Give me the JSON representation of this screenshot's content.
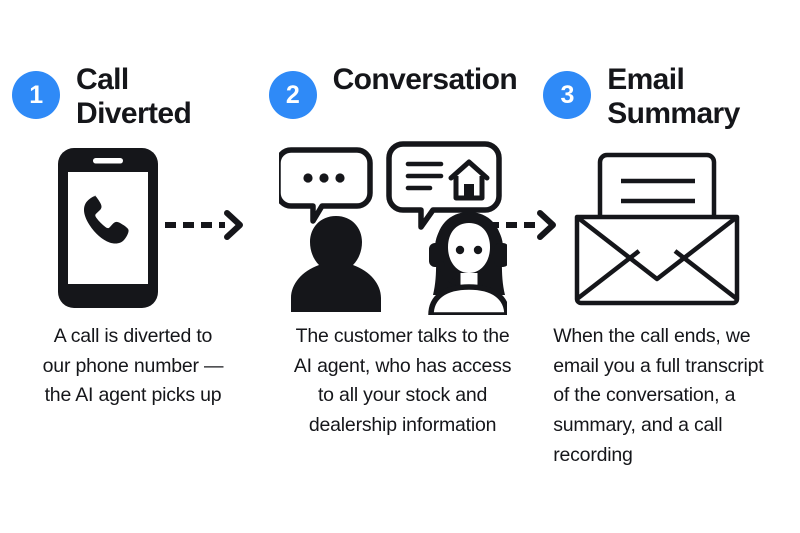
{
  "meta": {
    "accent_color": "#2F8AF7",
    "ink_color": "#15161A",
    "background_color": "#FFFFFF"
  },
  "steps": [
    {
      "number": "1",
      "title": "Call\nDiverted",
      "caption": "A call is diverted to\nour phone number —\nthe AI agent picks up",
      "icon": "smartphone-call-icon"
    },
    {
      "number": "2",
      "title": "Conversation",
      "caption": "The customer talks to the\nAI agent, who has access\nto all your stock and\ndealership information",
      "icon": "customer-and-agent-icon"
    },
    {
      "number": "3",
      "title": "Email\nSummary",
      "caption": "When the call ends, we\nemail you a full transcript\nof the conversation, a\nsummary, and a call\nrecording",
      "icon": "open-envelope-letter-icon"
    }
  ],
  "connectors": [
    {
      "name": "dashed-arrow-1",
      "dashes": 4
    },
    {
      "name": "dashed-arrow-2",
      "dashes": 3
    }
  ]
}
